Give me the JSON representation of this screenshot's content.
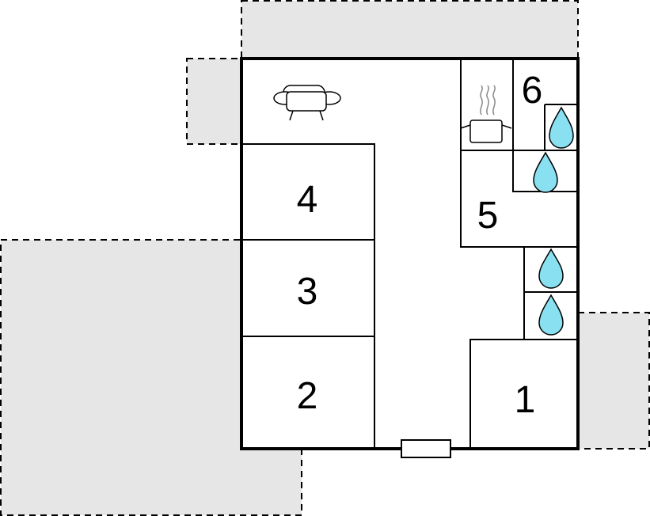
{
  "rooms": {
    "room_1": "1",
    "room_2": "2",
    "room_3": "3",
    "room_4": "4",
    "room_5": "5",
    "room_6": "6"
  },
  "icons": {
    "sofa": "sofa-icon",
    "kitchen": "cooking-pot-icon",
    "water": "water-drop-icon"
  },
  "colors": {
    "outline": "#000000",
    "terrace_fill": "#e6e6e6",
    "water_drop": "#88e0f0"
  }
}
